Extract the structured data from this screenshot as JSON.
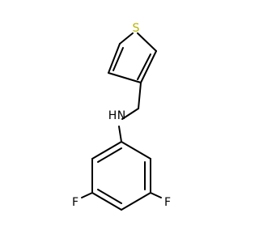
{
  "molecule": {
    "atoms": {
      "sulfur": {
        "label": "S",
        "color": "#b5b500"
      },
      "nitrogen": {
        "label": "N",
        "color": "#000000"
      },
      "hydrogen": {
        "label": "H",
        "color": "#000000"
      },
      "fluorine_left": {
        "label": "F",
        "color": "#000000"
      },
      "fluorine_right": {
        "label": "F",
        "color": "#000000"
      }
    }
  }
}
